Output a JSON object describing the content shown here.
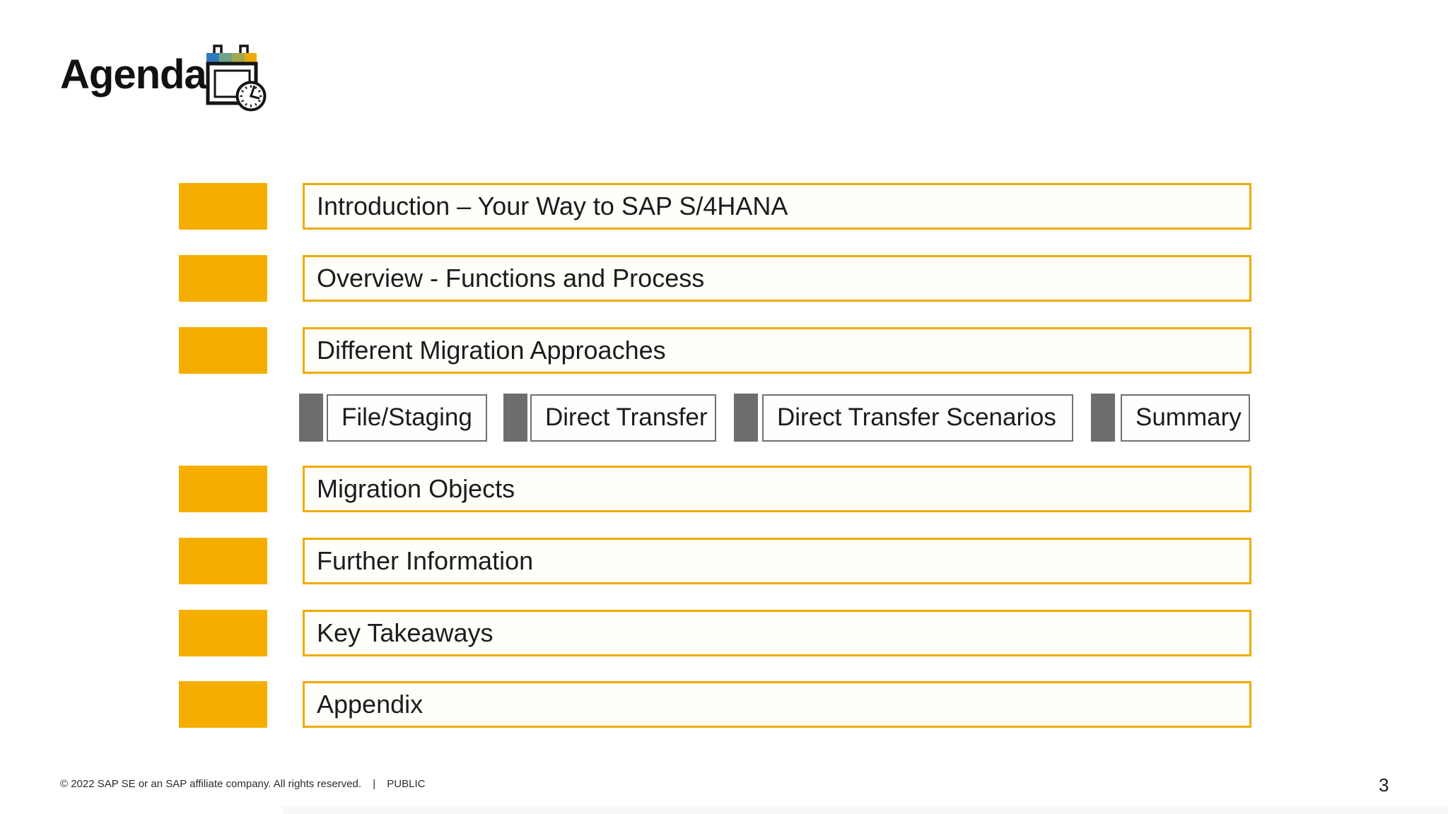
{
  "slide": {
    "title": "Agenda",
    "title_icon": "calendar-clock-icon",
    "agenda_items": [
      {
        "label": "Introduction – Your Way to SAP S/4HANA"
      },
      {
        "label": "Overview - Functions and Process"
      },
      {
        "label": "Different Migration Approaches",
        "sub_items": [
          "File/Staging",
          "Direct Transfer",
          "Direct Transfer Scenarios",
          "Summary"
        ]
      },
      {
        "label": "Migration Objects"
      },
      {
        "label": "Further Information"
      },
      {
        "label": "Key Takeaways"
      },
      {
        "label": "Appendix"
      }
    ],
    "footer": {
      "copyright": "© 2022 SAP SE or an SAP affiliate company. All rights reserved.",
      "separator": "|",
      "classification": "PUBLIC"
    },
    "page_number": "3",
    "colors": {
      "accent_gold": "#F0AB00",
      "sub_marker_gray": "#6D6D6D",
      "icon_bar_blue": "#2E7CBE",
      "icon_bar_green": "#6FA287",
      "icon_bar_olive": "#A2A850",
      "icon_bar_gold": "#EDA90B"
    }
  }
}
